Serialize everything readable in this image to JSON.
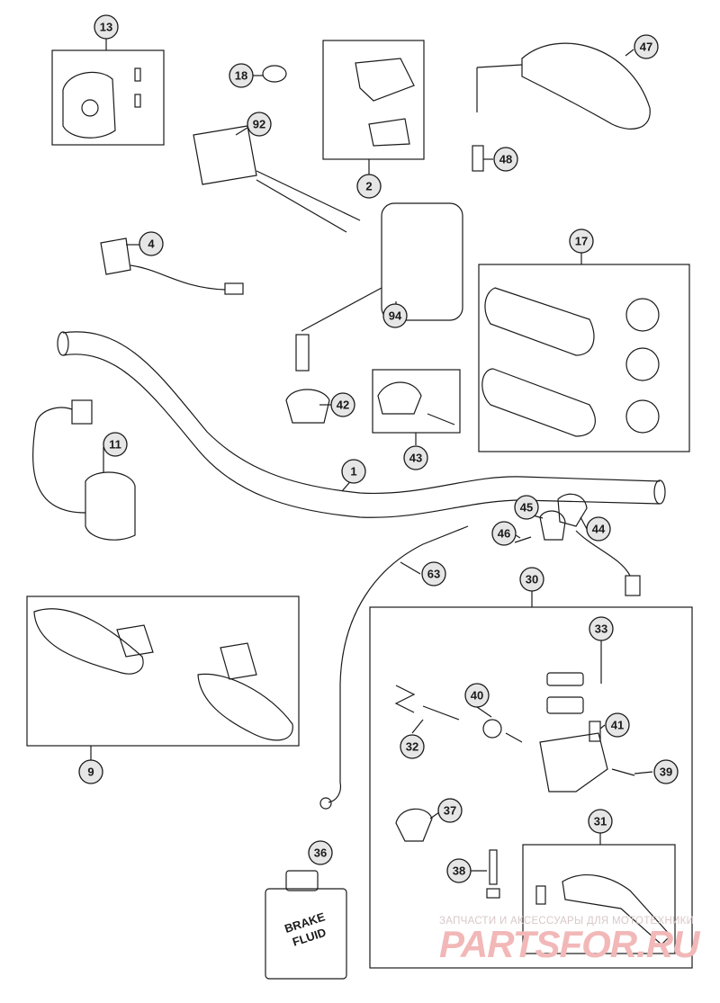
{
  "callouts": [
    {
      "id": "1",
      "label": "1"
    },
    {
      "id": "2",
      "label": "2"
    },
    {
      "id": "4",
      "label": "4"
    },
    {
      "id": "9",
      "label": "9"
    },
    {
      "id": "11",
      "label": "11"
    },
    {
      "id": "13",
      "label": "13"
    },
    {
      "id": "17",
      "label": "17"
    },
    {
      "id": "18",
      "label": "18"
    },
    {
      "id": "30",
      "label": "30"
    },
    {
      "id": "31",
      "label": "31"
    },
    {
      "id": "32",
      "label": "32"
    },
    {
      "id": "33",
      "label": "33"
    },
    {
      "id": "36",
      "label": "36"
    },
    {
      "id": "37",
      "label": "37"
    },
    {
      "id": "38",
      "label": "38"
    },
    {
      "id": "39",
      "label": "39"
    },
    {
      "id": "40",
      "label": "40"
    },
    {
      "id": "41",
      "label": "41"
    },
    {
      "id": "42",
      "label": "42"
    },
    {
      "id": "43",
      "label": "43"
    },
    {
      "id": "44",
      "label": "44"
    },
    {
      "id": "45",
      "label": "45"
    },
    {
      "id": "46",
      "label": "46"
    },
    {
      "id": "47",
      "label": "47"
    },
    {
      "id": "48",
      "label": "48"
    },
    {
      "id": "63",
      "label": "63"
    },
    {
      "id": "92",
      "label": "92"
    },
    {
      "id": "94",
      "label": "94"
    }
  ],
  "brake_fluid": {
    "line1": "BRAKE",
    "line2": "FLUID"
  },
  "watermark": {
    "text": "ЗАПЧАСТИ И АКСЕССУАРЫ ДЛЯ МОТОТЕХНИКИ",
    "logo": "PARTSFOR.RU"
  },
  "colors": {
    "line": "#1a1a1a",
    "callout_fill": "#e6e6e6",
    "watermark": "#f2b8b8"
  }
}
